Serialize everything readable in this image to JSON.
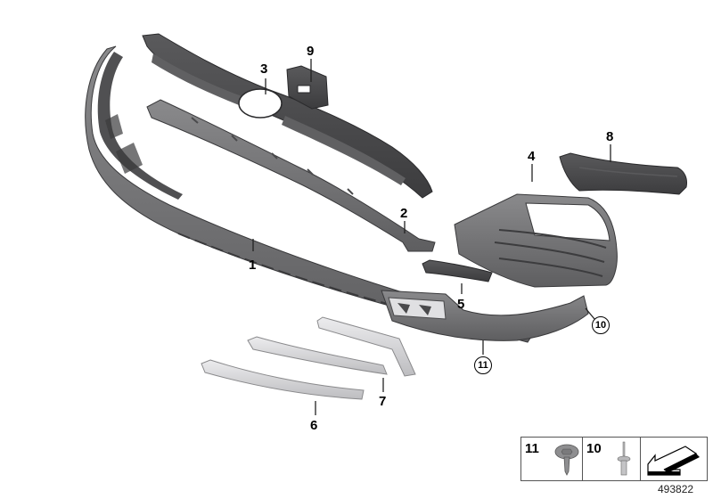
{
  "diagram": {
    "type": "exploded-parts-diagram",
    "subject": "Front bumper trim panels, lower grilles and mouldings",
    "diagram_id": "493822",
    "callouts": [
      {
        "id": "1",
        "label": "1",
        "circled": false,
        "part": "lower bumper trim panel"
      },
      {
        "id": "2",
        "label": "2",
        "circled": false,
        "part": "center trim strip"
      },
      {
        "id": "3",
        "label": "3",
        "circled": false,
        "part": "upper grille / air intake frame"
      },
      {
        "id": "4",
        "label": "4",
        "circled": false,
        "part": "side air intake grille"
      },
      {
        "id": "5",
        "label": "5",
        "circled": false,
        "part": "small trim insert"
      },
      {
        "id": "6",
        "label": "6",
        "circled": false,
        "part": "lower trim moulding"
      },
      {
        "id": "7",
        "label": "7",
        "circled": false,
        "part": "trim moulding with end frame"
      },
      {
        "id": "8",
        "label": "8",
        "circled": false,
        "part": "air duct / cover"
      },
      {
        "id": "9",
        "label": "9",
        "circled": false,
        "part": "sensor bracket"
      },
      {
        "id": "10",
        "label": "10",
        "circled": true,
        "part": "blind rivet location"
      },
      {
        "id": "11",
        "label": "11",
        "circled": true,
        "part": "screw location"
      }
    ],
    "legend": {
      "items": [
        {
          "label": "11",
          "icon": "hex-washer-screw-icon"
        },
        {
          "label": "10",
          "icon": "blind-rivet-icon"
        },
        {
          "label": "",
          "icon": "direction-arrow-icon"
        }
      ]
    },
    "colors": {
      "part_dark": "#4a4a4c",
      "part_mid": "#6e6e70",
      "part_light": "#a8a8aa",
      "trim_silver": "#d4d4d6",
      "line": "#222222",
      "background": "#ffffff"
    }
  }
}
